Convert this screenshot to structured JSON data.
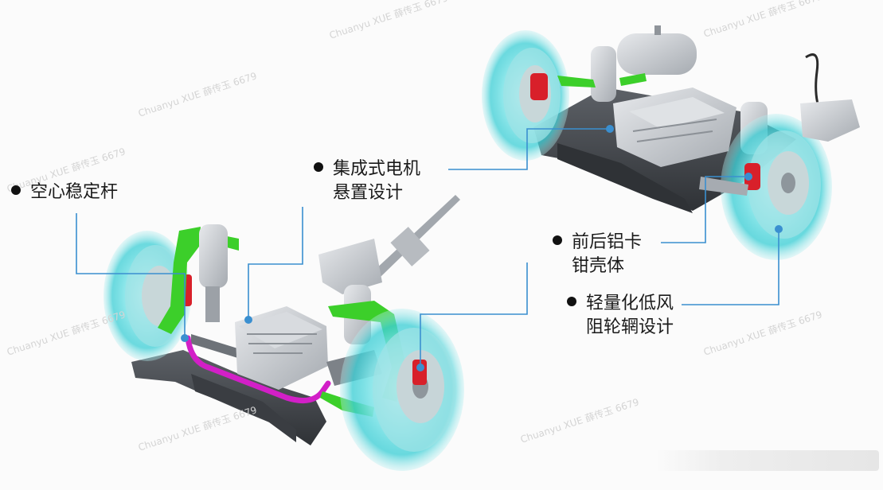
{
  "callouts": [
    {
      "id": "hollow-stabilizer",
      "lines": [
        "空心稳定杆"
      ]
    },
    {
      "id": "integrated-motor-mount",
      "lines": [
        "集成式电机",
        "悬置设计"
      ]
    },
    {
      "id": "aluminum-caliper",
      "lines": [
        "前后铝卡",
        "钳壳体"
      ]
    },
    {
      "id": "low-drag-wheel",
      "lines": [
        "轻量化低风",
        "阻轮辋设计"
      ]
    }
  ],
  "watermark": "Chuanyu XUE 薛传玉 6679",
  "colors": {
    "leader_line": "#3a8fd0",
    "wheel_glow": "#39d0d8",
    "control_arm": "#3ccf2a",
    "stabilizer_bar": "#d21fc7",
    "caliper": "#d8202a",
    "subframe": "#4a4d52",
    "motor": "#c9ccd0"
  }
}
